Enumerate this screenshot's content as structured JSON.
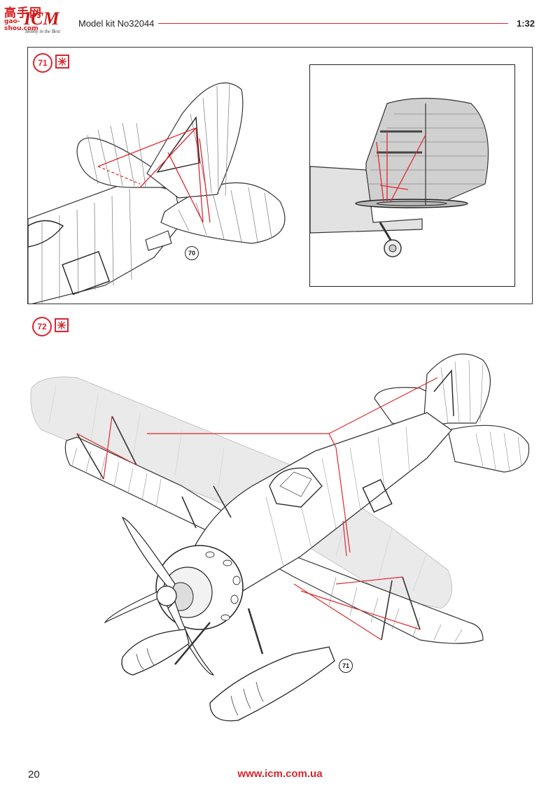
{
  "header": {
    "watermark_cn": "高手网",
    "watermark_url": "gao-shou.com",
    "logo": "ICM",
    "logo_tagline": "Hobby in the Best",
    "kit_title": "Model kit No32044",
    "scale": "1:32"
  },
  "steps": [
    {
      "number": "71",
      "icon": "glue-asterisk-icon",
      "refs": [
        "70"
      ]
    },
    {
      "number": "72",
      "icon": "glue-asterisk-icon",
      "refs": [
        "71"
      ]
    }
  ],
  "colors": {
    "accent": "#d8262e",
    "rigging": "#e0282e",
    "line": "#333333",
    "ghost": "#bdbdbd"
  },
  "footer": {
    "page_number": "20",
    "website": "www.icm.com.ua"
  }
}
